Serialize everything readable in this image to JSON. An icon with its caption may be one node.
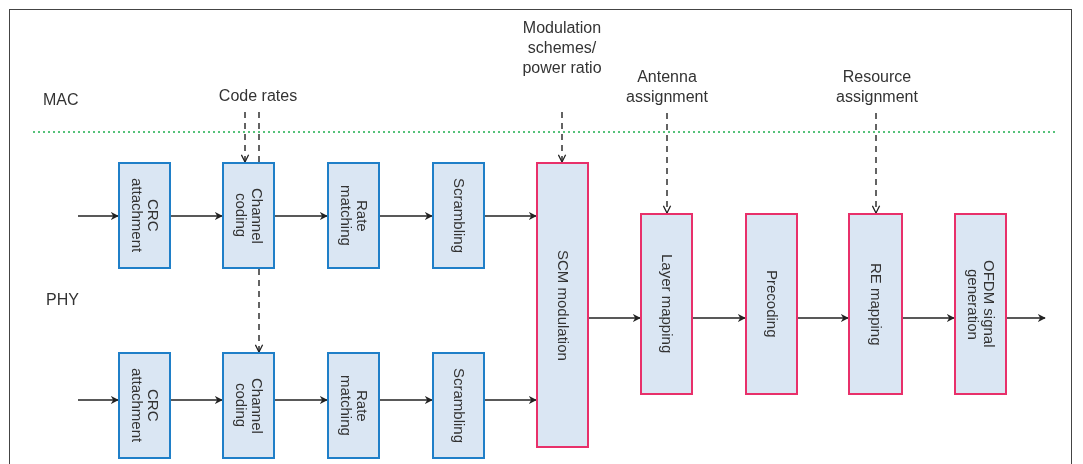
{
  "diagram": {
    "nodes": [
      {
        "text": [
          "Code rates"
        ]
      },
      {
        "text": [
          "Modulation schemes/ power ratio"
        ]
      },
      {
        "text": [
          "Antenna assignment"
        ]
      },
      {
        "text": [
          "Resource assignment"
        ]
      },
      {
        "text": [
          "CRC attachment"
        ]
      },
      {
        "text": [
          "Channel coding"
        ]
      },
      {
        "text": [
          "Rate matching"
        ]
      },
      {
        "text": [
          "Scrambling"
        ]
      },
      {
        "text": [
          "SCM modulation"
        ]
      },
      {
        "text": [
          "Layer mapping"
        ]
      },
      {
        "text": [
          "Precoding"
        ]
      },
      {
        "text": [
          "RE mapping"
        ]
      },
      {
        "text": [
          "OFDM signal generation"
        ]
      },
      {
        "text": [
          "CRC attachment"
        ]
      },
      {
        "text": [
          "Channel coding"
        ]
      },
      {
        "text": [
          "Rate matching"
        ]
      },
      {
        "text": [
          "Scrambling"
        ]
      }
    ],
    "edges": [
      {
        "from": null,
        "to": 4,
        "arrow": "to"
      },
      {
        "from": 4,
        "to": 5,
        "arrow": "to"
      },
      {
        "from": 5,
        "to": 6,
        "arrow": "to"
      },
      {
        "from": 6,
        "to": 7,
        "arrow": "to"
      },
      {
        "from": 7,
        "to": 8,
        "arrow": "to"
      },
      {
        "from": null,
        "to": 13,
        "arrow": "to"
      },
      {
        "from": 13,
        "to": 14,
        "arrow": "to"
      },
      {
        "from": 14,
        "to": 15,
        "arrow": "to"
      },
      {
        "from": 15,
        "to": 16,
        "arrow": "to"
      },
      {
        "from": 16,
        "to": 8,
        "arrow": "to"
      },
      {
        "from": 0,
        "to": 5,
        "arrow": "to",
        "style": "dashed"
      },
      {
        "from": 0,
        "to": 5,
        "arrow": "none",
        "style": "dashed"
      },
      {
        "from": 5,
        "to": 14,
        "arrow": "to",
        "style": "dashed"
      },
      {
        "from": 1,
        "to": 8,
        "arrow": "to",
        "style": "dashed"
      },
      {
        "from": 2,
        "to": 9,
        "arrow": "to",
        "style": "dashed"
      },
      {
        "from": 3,
        "to": 11,
        "arrow": "to",
        "style": "dashed"
      },
      {
        "from": 8,
        "to": 9,
        "arrow": "to"
      },
      {
        "from": 9,
        "to": 10,
        "arrow": "to"
      },
      {
        "from": 10,
        "to": 11,
        "arrow": "to"
      },
      {
        "from": 11,
        "to": 12,
        "arrow": "to"
      },
      {
        "from": 12,
        "to": null,
        "arrow": "to"
      }
    ],
    "labels": [
      "MAC",
      "PHY"
    ]
  }
}
